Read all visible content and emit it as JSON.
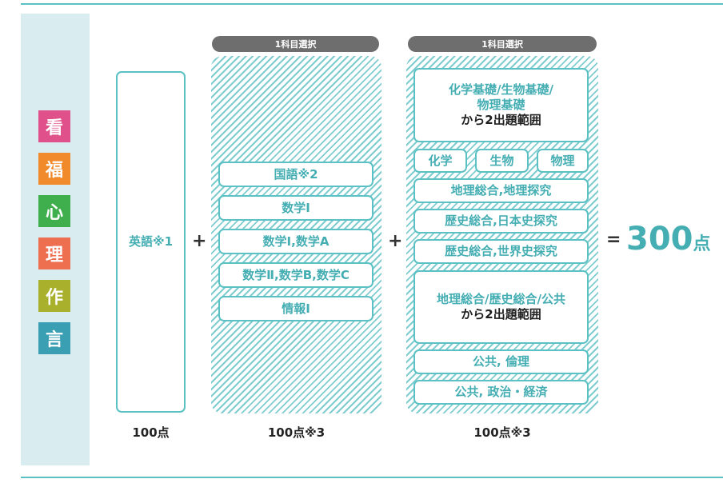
{
  "side_labels": [
    "看",
    "福",
    "心",
    "理",
    "作",
    "言"
  ],
  "side_colors": [
    "#e0508a",
    "#f08a2a",
    "#3fae4d",
    "#ee6f50",
    "#a8b02c",
    "#3a9fb3"
  ],
  "col1": {
    "subject": "英語※1",
    "score": "100点"
  },
  "col2": {
    "header": "1科目選択",
    "items": [
      "国語※2",
      "数学Ⅰ",
      "数学Ⅰ,数学A",
      "数学Ⅱ,数学B,数学C",
      "情報Ⅰ"
    ],
    "score": "100点※3"
  },
  "col3": {
    "header": "1科目選択",
    "top_line1": "化学基礎/生物基礎/",
    "top_line2": "物理基礎",
    "top_line3": "から2出題範囲",
    "sci": [
      "化学",
      "生物",
      "物理"
    ],
    "items": [
      "地理総合,地理探究",
      "歴史総合,日本史探究",
      "歴史総合,世界史探究"
    ],
    "big_line1": "地理総合/歴史総合/公共",
    "big_line2": "から2出題範囲",
    "items2": [
      "公共, 倫理",
      "公共, 政治・経済"
    ],
    "score": "100点※3"
  },
  "ops": {
    "plus": "+",
    "equals": "="
  },
  "total": {
    "value": "300",
    "unit": "点"
  }
}
